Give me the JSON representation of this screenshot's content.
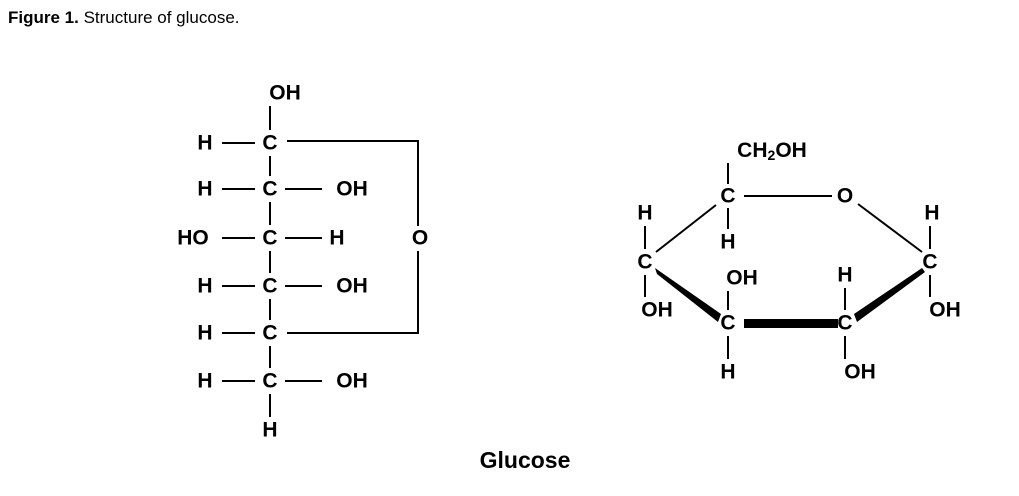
{
  "caption": {
    "label": "Figure 1.",
    "text": " Structure of glucose."
  },
  "figure": {
    "title": "Glucose",
    "linear": {
      "atoms": [
        "OH",
        "H",
        "C",
        "H",
        "C",
        "OH",
        "HO",
        "C",
        "H",
        "H",
        "C",
        "OH",
        "H",
        "C",
        "H",
        "C",
        "OH",
        "H",
        "O"
      ]
    },
    "ring": {
      "ch2oh": "CH",
      "sub2": "2",
      "ch2oh_tail": "OH",
      "atoms": [
        "C",
        "O",
        "H",
        "H",
        "C",
        "OH",
        "H",
        "C",
        "OH",
        "OH",
        "C",
        "H",
        "H",
        "C",
        "OH"
      ]
    }
  }
}
